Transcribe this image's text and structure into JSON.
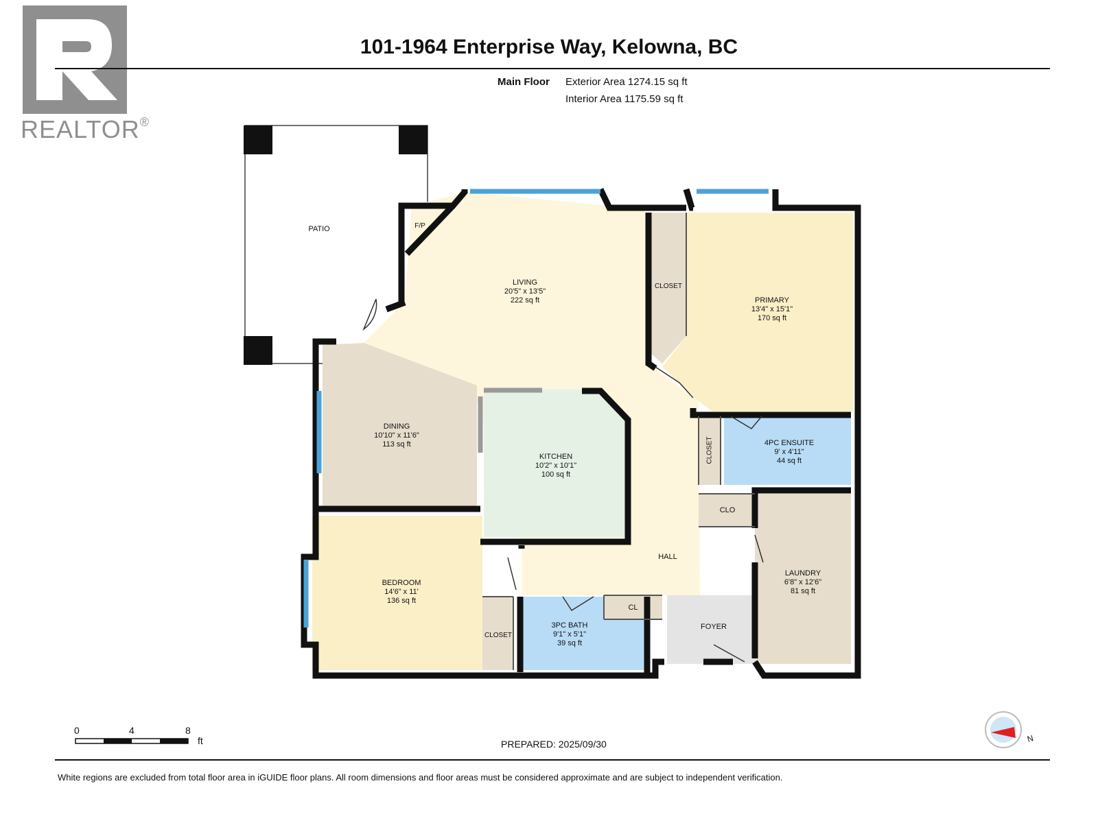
{
  "header": {
    "title": "101-1964 Enterprise Way, Kelowna, BC",
    "floor_label": "Main Floor",
    "exterior_area": "Exterior Area 1274.15 sq ft",
    "interior_area": "Interior Area 1175.59 sq ft"
  },
  "logo": {
    "letter": "R",
    "text": "REALTOR",
    "mark": "®"
  },
  "rooms": {
    "patio": {
      "name": "PATIO"
    },
    "fireplace": {
      "name": "F/P"
    },
    "living": {
      "name": "LIVING",
      "dims": "20'5\" x 13'5\"",
      "area": "222 sq ft"
    },
    "closet_primary": {
      "name": "CLOSET"
    },
    "primary": {
      "name": "PRIMARY",
      "dims": "13'4\" x 15'1\"",
      "area": "170 sq ft"
    },
    "dining": {
      "name": "DINING",
      "dims": "10'10\" x 11'6\"",
      "area": "113 sq ft"
    },
    "kitchen": {
      "name": "KITCHEN",
      "dims": "10'2\" x 10'1\"",
      "area": "100 sq ft"
    },
    "closet_hall": {
      "name": "CLOSET"
    },
    "ensuite": {
      "name": "4PC ENSUITE",
      "dims": "9' x 4'11\"",
      "area": "44 sq ft"
    },
    "clo": {
      "name": "CLO"
    },
    "hall": {
      "name": "HALL"
    },
    "laundry": {
      "name": "LAUNDRY",
      "dims": "6'8\" x 12'6\"",
      "area": "81 sq ft"
    },
    "bedroom": {
      "name": "BEDROOM",
      "dims": "14'6\" x 11'",
      "area": "136 sq ft"
    },
    "closet_bedroom": {
      "name": "CLOSET"
    },
    "bath": {
      "name": "3PC BATH",
      "dims": "9'1\" x 5'1\"",
      "area": "39 sq ft"
    },
    "cl": {
      "name": "CL"
    },
    "foyer": {
      "name": "FOYER"
    }
  },
  "scale": {
    "ticks": [
      "0",
      "4",
      "8"
    ],
    "unit": "ft"
  },
  "prepared": "PREPARED: 2025/09/30",
  "compass": {
    "label": "N"
  },
  "footer_note": "White regions are excluded from total floor area in iGUIDE floor plans. All room dimensions and floor areas must be considered approximate and are subject to independent verification.",
  "colors": {
    "living": "#fdf6dc",
    "primary": "#fbefc8",
    "dining": "#e7ddcc",
    "kitchen": "#e6f1e6",
    "ensuite": "#b9dcf6",
    "bath": "#b9dcf6",
    "laundry": "#e7ddcc",
    "bedroom": "#fbefc8",
    "closet": "#e7ddcc",
    "foyer": "#e4e4e4",
    "window": "#4aa3d8",
    "wall": "#111111"
  }
}
